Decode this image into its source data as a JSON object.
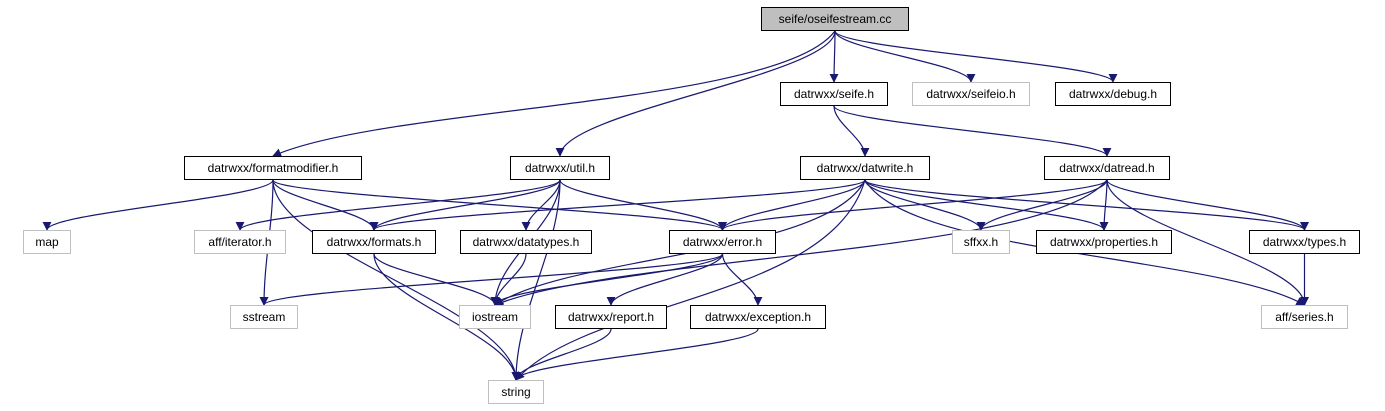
{
  "graph": {
    "edge_color": "#191970",
    "root_fill": "#bfbfbf",
    "external_border": "#bfbfbf",
    "nodes": [
      {
        "id": "root",
        "label": "seife/oseifestream.cc",
        "kind": "root"
      },
      {
        "id": "seife_h",
        "label": "datrwxx/seife.h",
        "kind": "internal"
      },
      {
        "id": "seifeio_h",
        "label": "datrwxx/seifeio.h",
        "kind": "external"
      },
      {
        "id": "debug_h",
        "label": "datrwxx/debug.h",
        "kind": "internal"
      },
      {
        "id": "formatmodifier_h",
        "label": "datrwxx/formatmodifier.h",
        "kind": "internal"
      },
      {
        "id": "util_h",
        "label": "datrwxx/util.h",
        "kind": "internal"
      },
      {
        "id": "datwrite_h",
        "label": "datrwxx/datwrite.h",
        "kind": "internal"
      },
      {
        "id": "datread_h",
        "label": "datrwxx/datread.h",
        "kind": "internal"
      },
      {
        "id": "map",
        "label": "map",
        "kind": "external"
      },
      {
        "id": "aff_iterator_h",
        "label": "aff/iterator.h",
        "kind": "external"
      },
      {
        "id": "formats_h",
        "label": "datrwxx/formats.h",
        "kind": "internal"
      },
      {
        "id": "datatypes_h",
        "label": "datrwxx/datatypes.h",
        "kind": "internal"
      },
      {
        "id": "error_h",
        "label": "datrwxx/error.h",
        "kind": "internal"
      },
      {
        "id": "sffxx_h",
        "label": "sffxx.h",
        "kind": "external"
      },
      {
        "id": "properties_h",
        "label": "datrwxx/properties.h",
        "kind": "internal"
      },
      {
        "id": "types_h",
        "label": "datrwxx/types.h",
        "kind": "internal"
      },
      {
        "id": "sstream",
        "label": "sstream",
        "kind": "external"
      },
      {
        "id": "iostream",
        "label": "iostream",
        "kind": "external"
      },
      {
        "id": "report_h",
        "label": "datrwxx/report.h",
        "kind": "internal"
      },
      {
        "id": "exception_h",
        "label": "datrwxx/exception.h",
        "kind": "internal"
      },
      {
        "id": "aff_series_h",
        "label": "aff/series.h",
        "kind": "external"
      },
      {
        "id": "string",
        "label": "string",
        "kind": "external"
      }
    ],
    "edges": [
      [
        "root",
        "seife_h"
      ],
      [
        "root",
        "seifeio_h"
      ],
      [
        "root",
        "debug_h"
      ],
      [
        "root",
        "formatmodifier_h"
      ],
      [
        "root",
        "util_h"
      ],
      [
        "seife_h",
        "datwrite_h"
      ],
      [
        "seife_h",
        "datread_h"
      ],
      [
        "formatmodifier_h",
        "map"
      ],
      [
        "formatmodifier_h",
        "formats_h"
      ],
      [
        "formatmodifier_h",
        "error_h"
      ],
      [
        "formatmodifier_h",
        "sstream"
      ],
      [
        "formatmodifier_h",
        "string"
      ],
      [
        "util_h",
        "aff_iterator_h"
      ],
      [
        "util_h",
        "formats_h"
      ],
      [
        "util_h",
        "datatypes_h"
      ],
      [
        "util_h",
        "error_h"
      ],
      [
        "util_h",
        "iostream"
      ],
      [
        "util_h",
        "string"
      ],
      [
        "datwrite_h",
        "formats_h"
      ],
      [
        "datwrite_h",
        "error_h"
      ],
      [
        "datwrite_h",
        "sffxx_h"
      ],
      [
        "datwrite_h",
        "properties_h"
      ],
      [
        "datwrite_h",
        "types_h"
      ],
      [
        "datwrite_h",
        "iostream"
      ],
      [
        "datwrite_h",
        "string"
      ],
      [
        "datwrite_h",
        "aff_series_h"
      ],
      [
        "datread_h",
        "error_h"
      ],
      [
        "datread_h",
        "sffxx_h"
      ],
      [
        "datread_h",
        "properties_h"
      ],
      [
        "datread_h",
        "types_h"
      ],
      [
        "datread_h",
        "iostream"
      ],
      [
        "datread_h",
        "aff_series_h"
      ],
      [
        "formats_h",
        "iostream"
      ],
      [
        "formats_h",
        "string"
      ],
      [
        "datatypes_h",
        "iostream"
      ],
      [
        "error_h",
        "sstream"
      ],
      [
        "error_h",
        "iostream"
      ],
      [
        "error_h",
        "report_h"
      ],
      [
        "error_h",
        "exception_h"
      ],
      [
        "types_h",
        "aff_series_h"
      ],
      [
        "report_h",
        "string"
      ],
      [
        "exception_h",
        "string"
      ]
    ]
  }
}
